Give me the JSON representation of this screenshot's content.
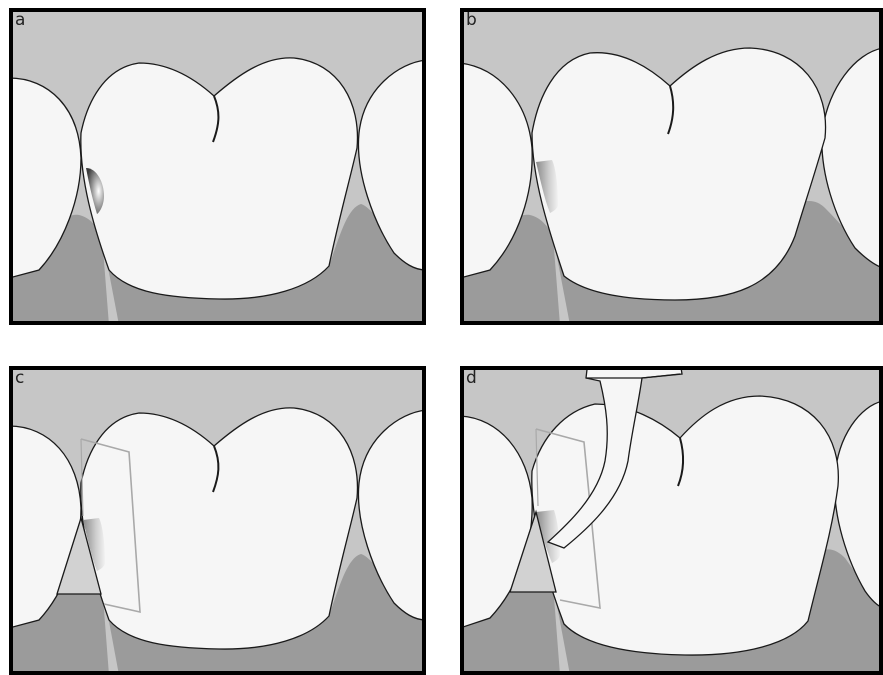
{
  "panels": [
    {
      "id": "a",
      "label": "a"
    },
    {
      "id": "b",
      "label": "b"
    },
    {
      "id": "c",
      "label": "c"
    },
    {
      "id": "d",
      "label": "d"
    }
  ],
  "colors": {
    "background_gum_upper": "#c6c6c6",
    "gum_lower": "#9b9b9b",
    "tooth": "#f6f6f6",
    "outline": "#1a1a1a",
    "frame": "#000000",
    "wedge": "#d2d2d2"
  }
}
